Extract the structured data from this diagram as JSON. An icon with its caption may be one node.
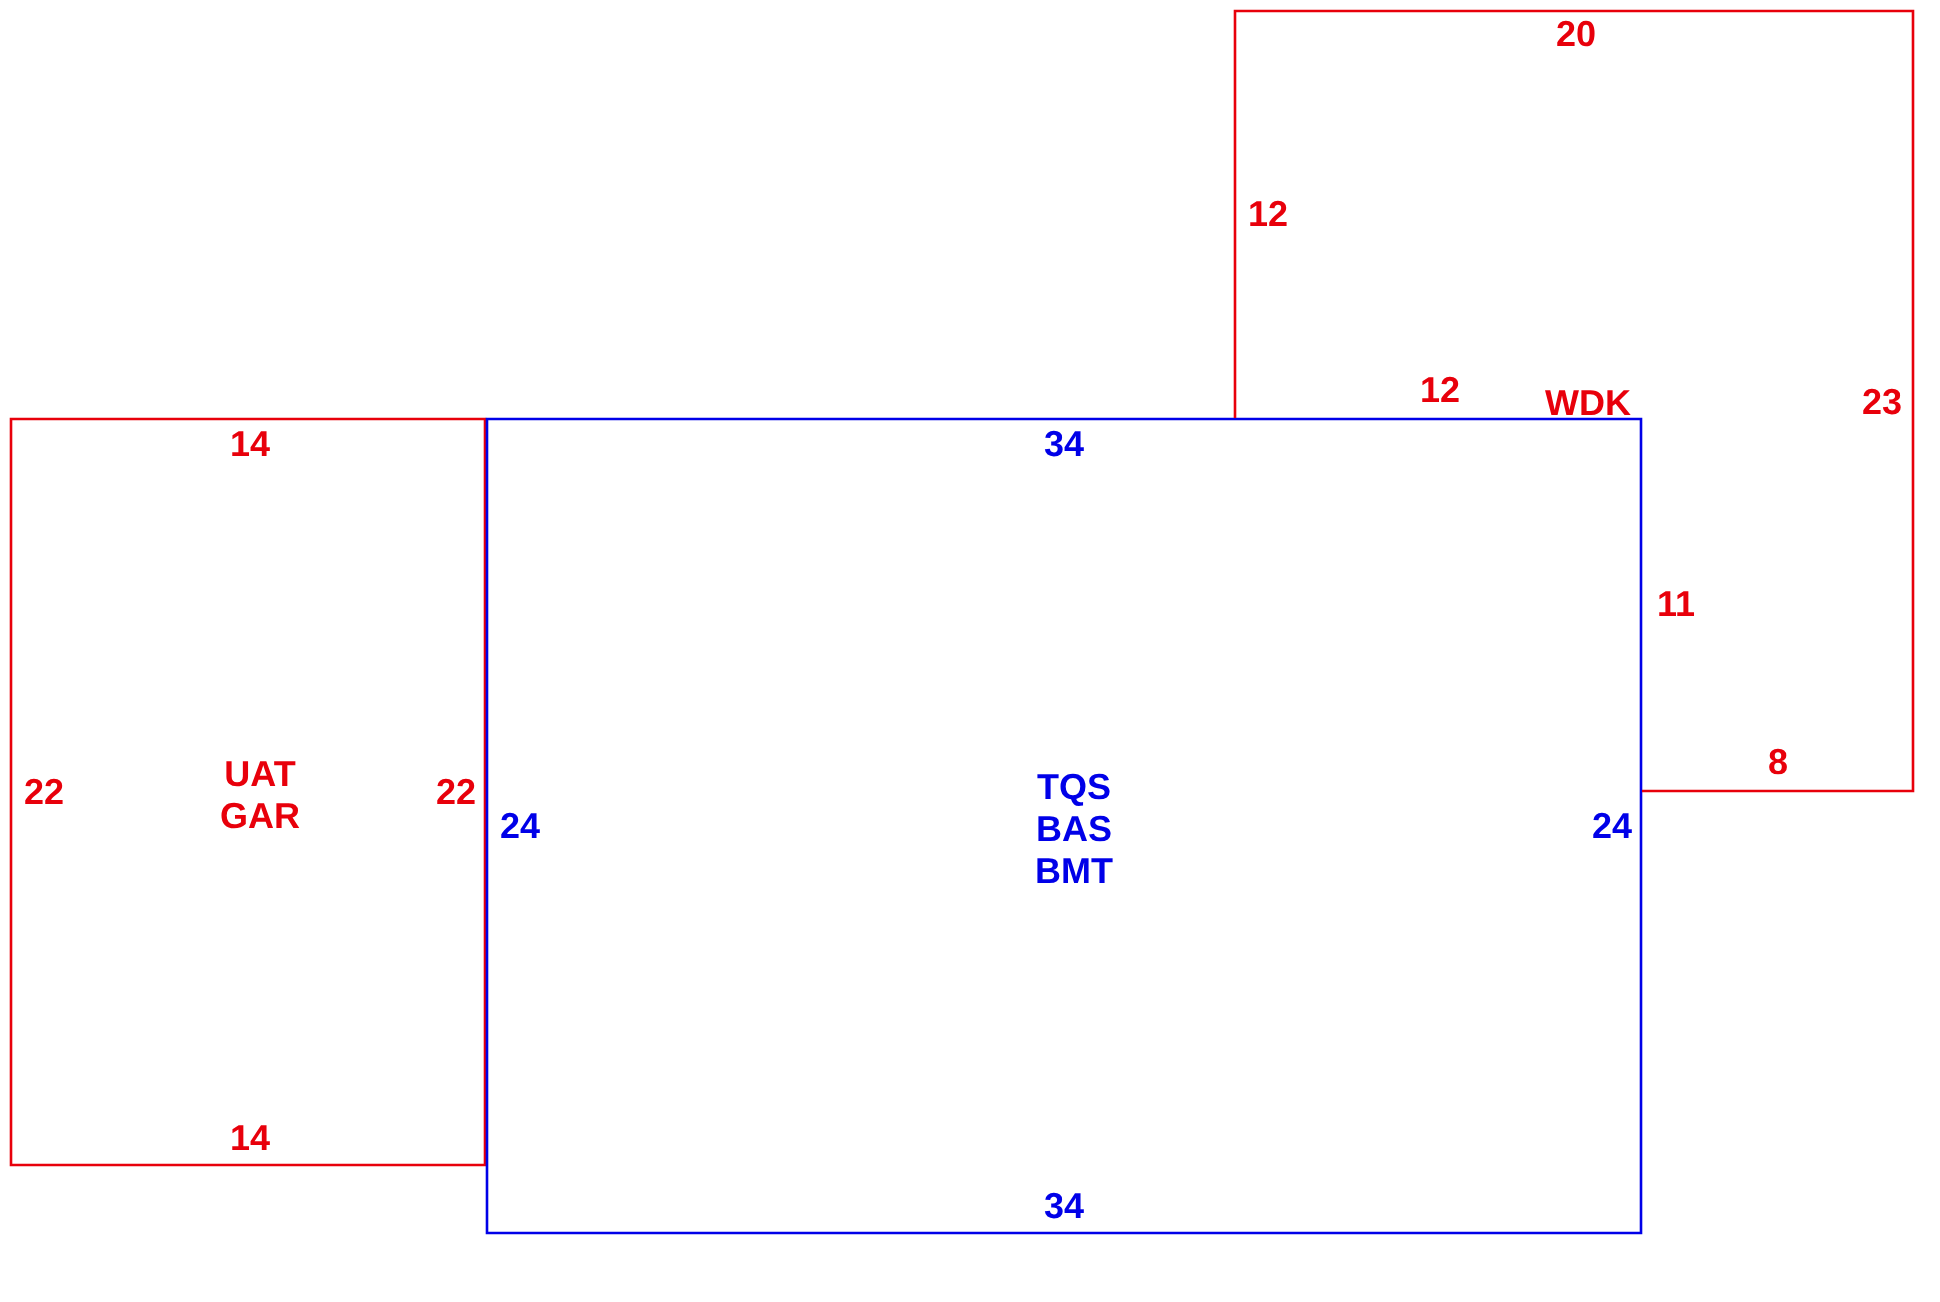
{
  "diagram": {
    "nodes": [
      {
        "text": [
          "UAT",
          "GAR"
        ]
      },
      {
        "text": [
          "TQS",
          "BAS",
          "BMT"
        ]
      },
      {
        "text": [
          "WDK"
        ]
      }
    ],
    "labels": [
      "20",
      "12",
      "12",
      "23",
      "14",
      "34",
      "11",
      "8",
      "22",
      "22",
      "24",
      "24",
      "14",
      "34"
    ]
  }
}
